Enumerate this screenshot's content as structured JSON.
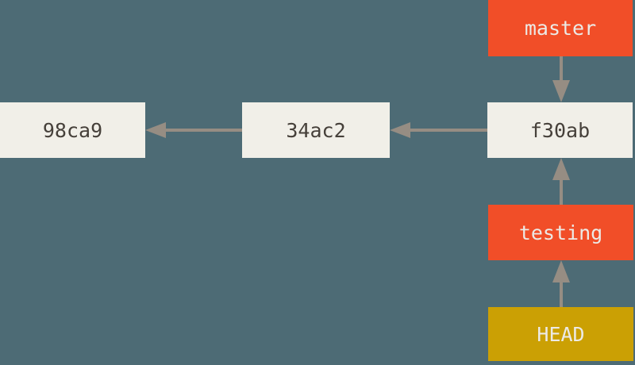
{
  "diagram": {
    "title": "git branch pointers diagram",
    "background_color": "#4d6b75",
    "arrow_color": "#968d83",
    "commit_box_color": "#f1efe8",
    "commit_text_color": "#46403a",
    "branch_box_color": "#f14e28",
    "head_box_color": "#cba004",
    "label_text_color": "#eceae6",
    "commits": [
      {
        "id": "98ca9"
      },
      {
        "id": "34ac2"
      },
      {
        "id": "f30ab"
      }
    ],
    "branches": [
      {
        "label": "master"
      },
      {
        "label": "testing"
      }
    ],
    "head": {
      "label": "HEAD"
    },
    "edges": [
      {
        "from": "f30ab",
        "to": "34ac2",
        "direction": "left"
      },
      {
        "from": "34ac2",
        "to": "98ca9",
        "direction": "left"
      },
      {
        "from": "master",
        "to": "f30ab",
        "direction": "down"
      },
      {
        "from": "testing",
        "to": "f30ab",
        "direction": "up"
      },
      {
        "from": "HEAD",
        "to": "testing",
        "direction": "up"
      }
    ]
  }
}
